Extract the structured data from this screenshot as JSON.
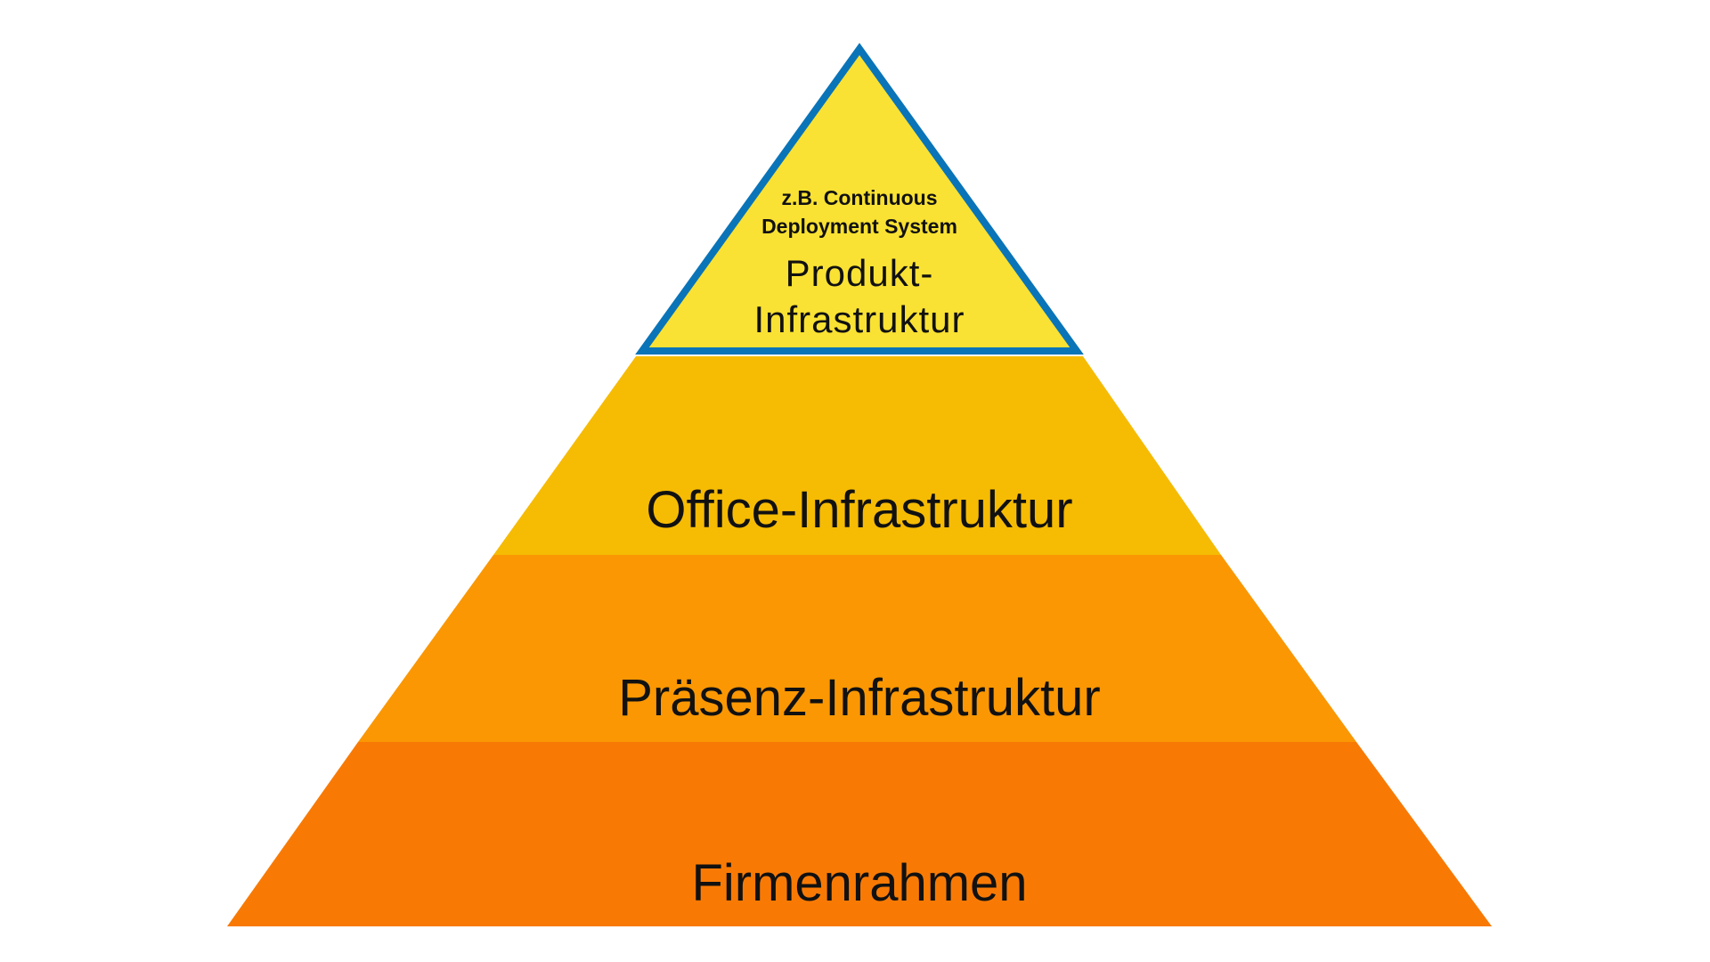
{
  "pyramid": {
    "levels": [
      {
        "id": "top",
        "note_lines": [
          "z.B. Continuous",
          "Deployment System"
        ],
        "title_lines": [
          "Produkt-",
          "Infrastruktur"
        ],
        "fill": "#F9E233",
        "stroke": "#0A74B8"
      },
      {
        "id": "office",
        "title": "Office-Infrastruktur",
        "fill": "#F6BB03"
      },
      {
        "id": "praesenz",
        "title": "Präsenz-Infrastruktur",
        "fill": "#FA9703"
      },
      {
        "id": "firmenrahmen",
        "title": "Firmenrahmen",
        "fill": "#F87A05"
      }
    ]
  }
}
